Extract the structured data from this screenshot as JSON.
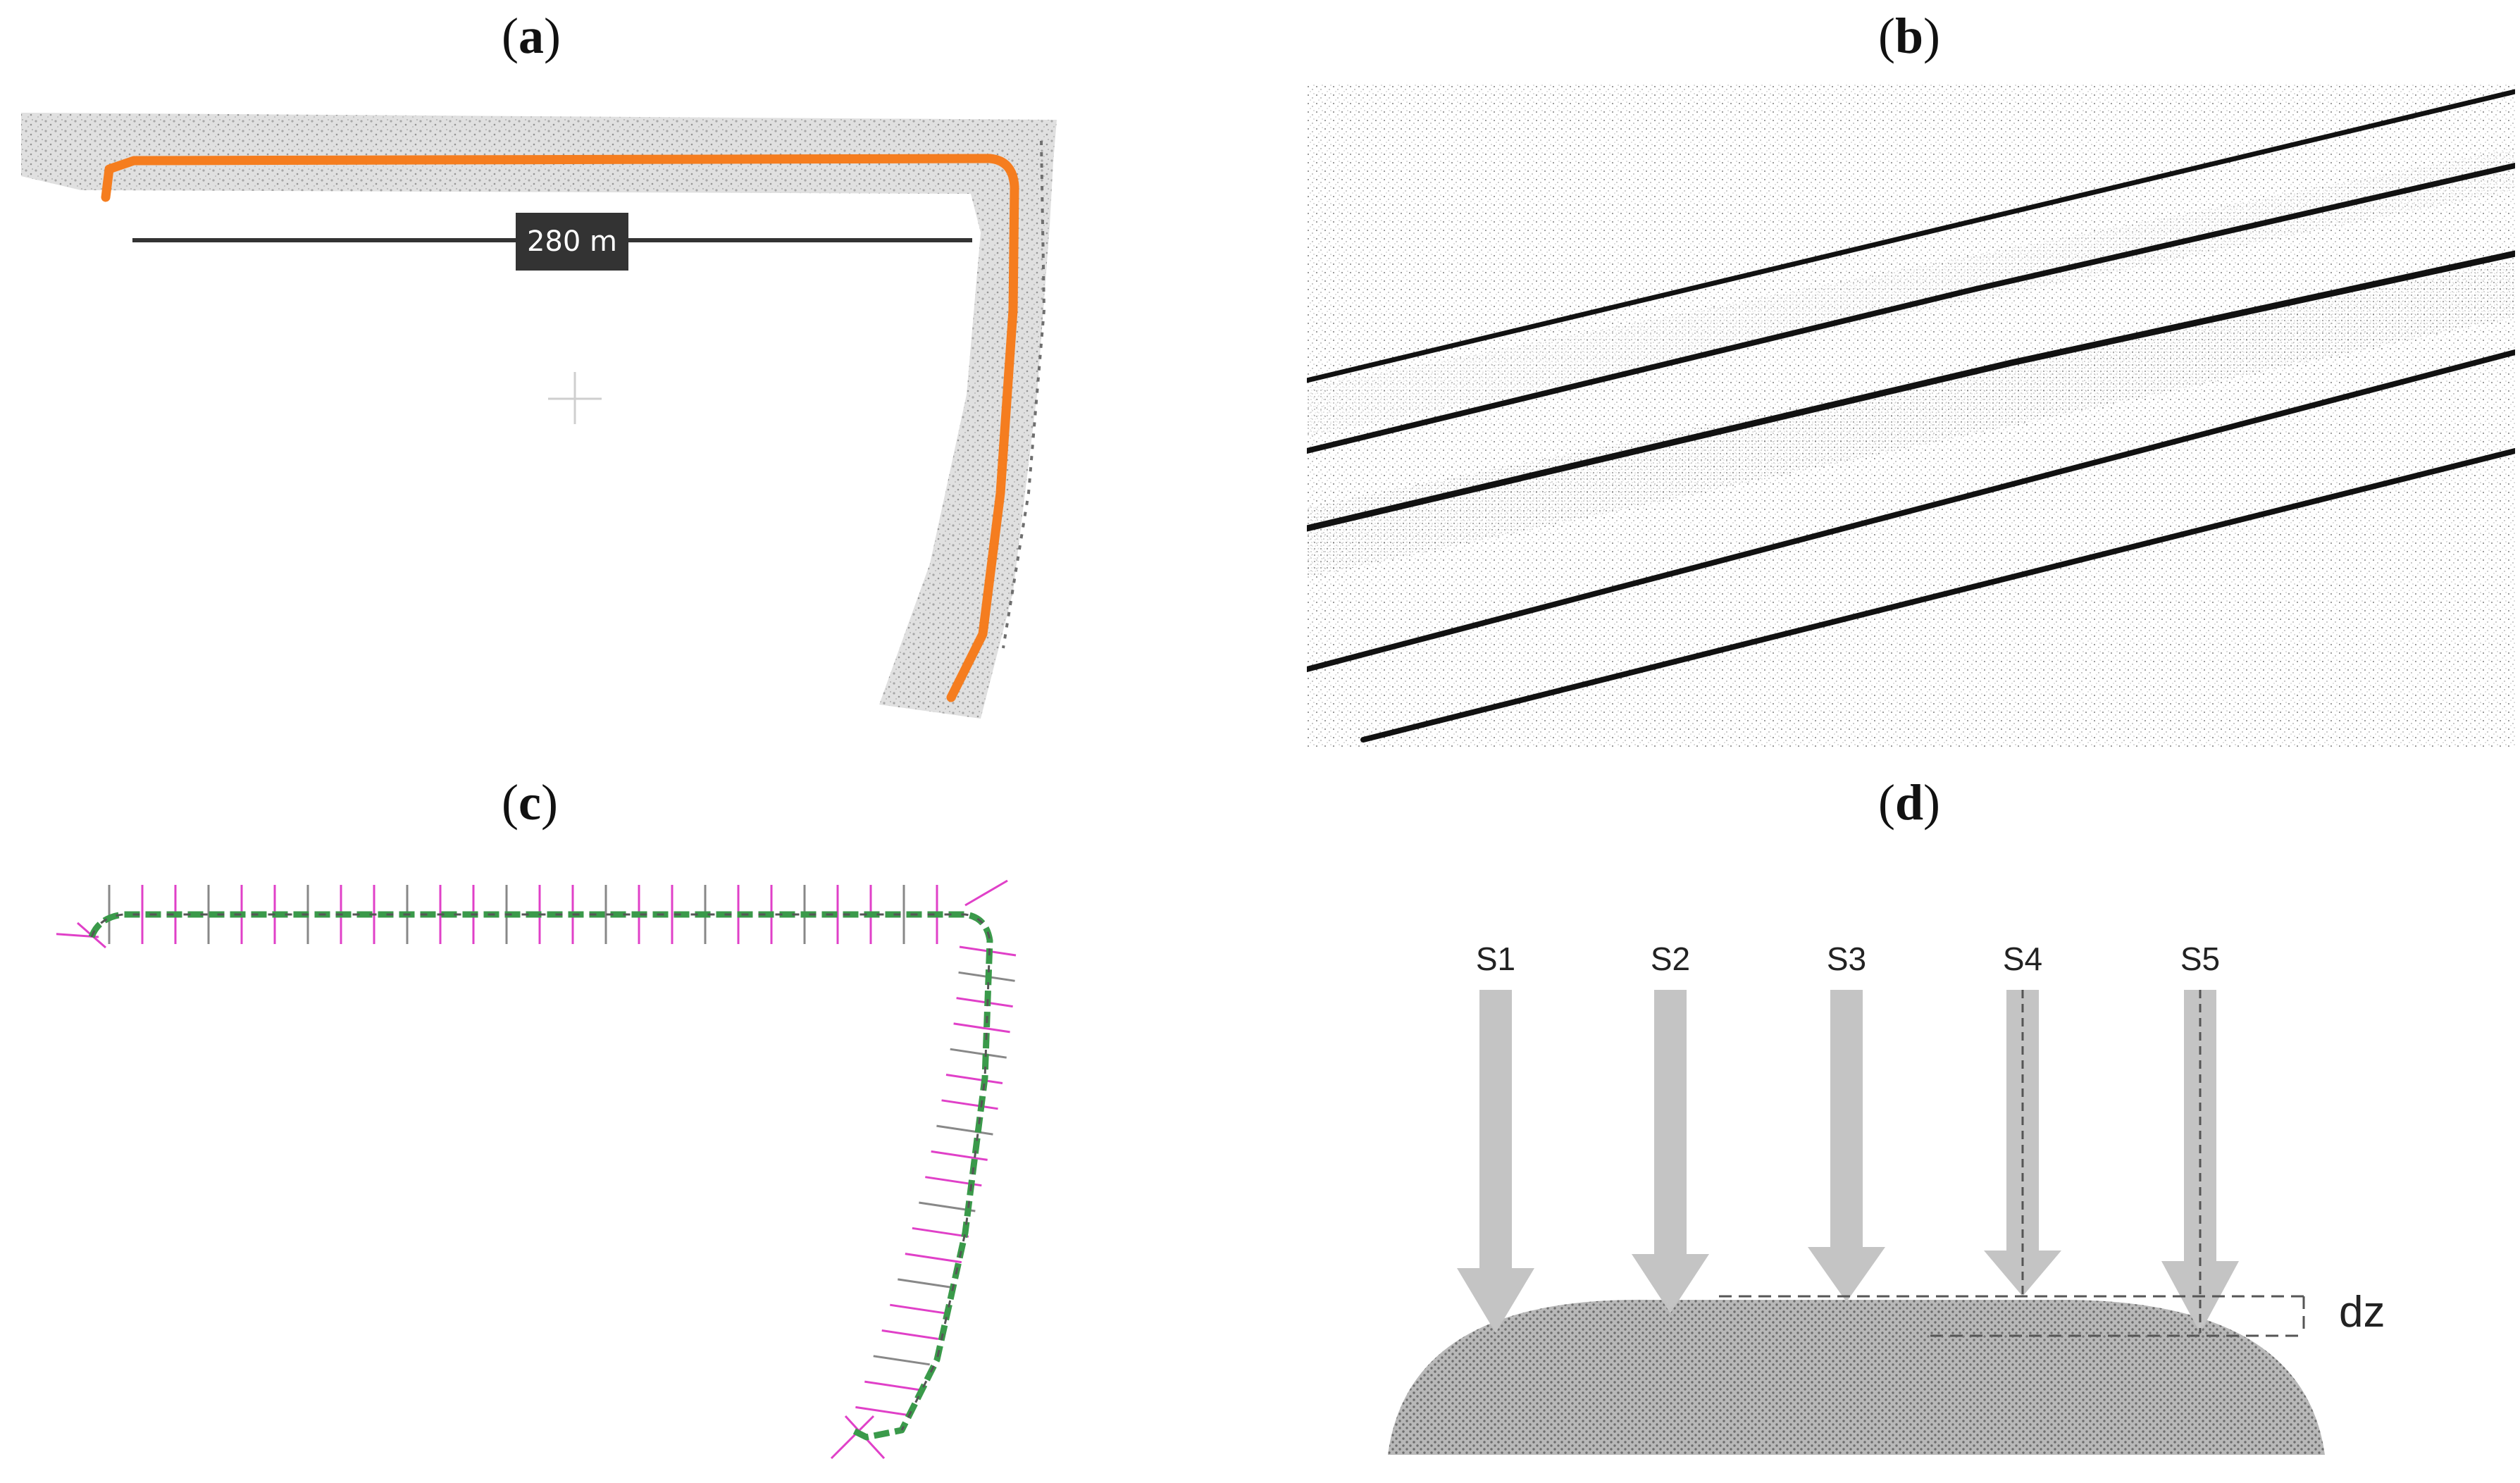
{
  "figure": {
    "panels": [
      {
        "id": "a",
        "label_open": "(",
        "label_letter": "a",
        "label_close": ")",
        "scale_label": "280 m"
      },
      {
        "id": "b",
        "label_open": "(",
        "label_letter": "b",
        "label_close": ")"
      },
      {
        "id": "c",
        "label_open": "(",
        "label_letter": "c",
        "label_close": ")"
      },
      {
        "id": "d",
        "label_open": "(",
        "label_letter": "d",
        "label_close": ")",
        "sensors": [
          "S1",
          "S2",
          "S3",
          "S4",
          "S5"
        ],
        "offset_label": "dz"
      }
    ],
    "colors": {
      "trajectory": "#f57d1f",
      "point_cloud": "#b9b9b9",
      "scale_box": "#333333",
      "profile_green": "#3a9a4a",
      "profile_magenta": "#e040c8",
      "arrow": "#c4c4c4",
      "surface": "#9a9a9a"
    }
  }
}
